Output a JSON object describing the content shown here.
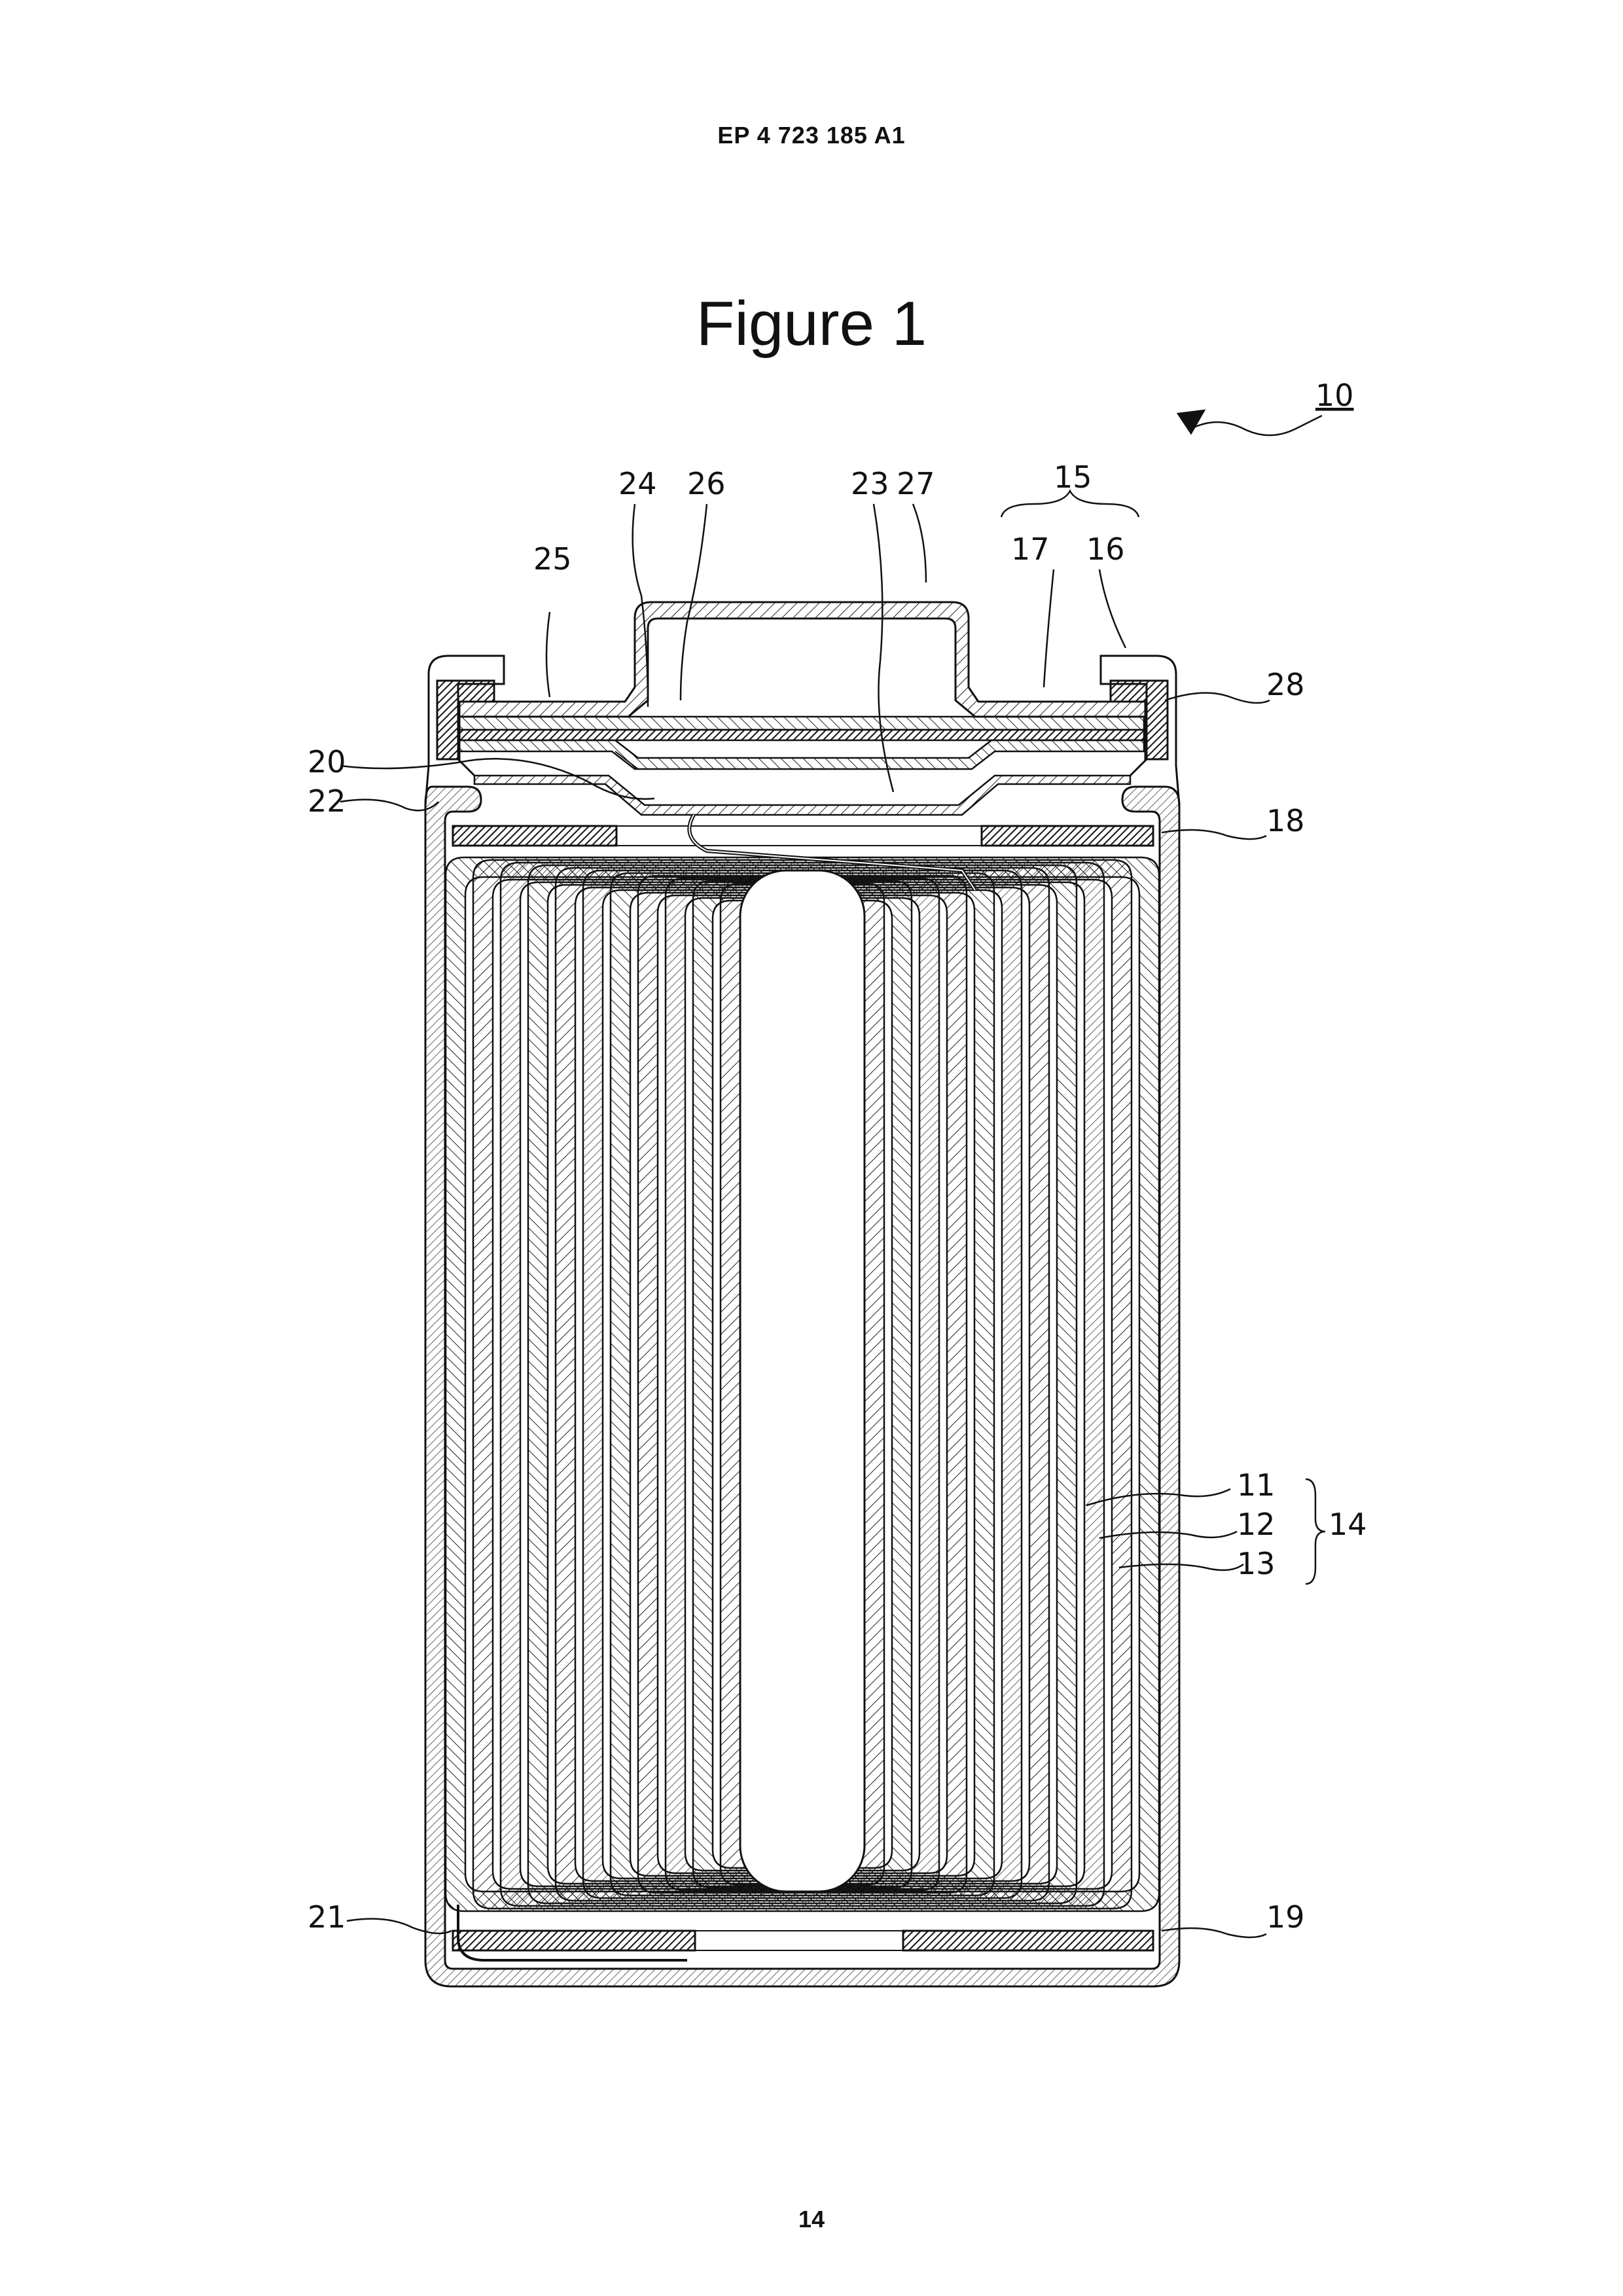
{
  "header": {
    "publication_number": "EP 4 723 185 A1"
  },
  "figure": {
    "title": "Figure 1",
    "labels": {
      "battery": "10",
      "electrode_11": "11",
      "electrode_12": "12",
      "separator_13": "13",
      "electrode_assembly": "14",
      "sealing_assembly": "15",
      "exterior_can": "16",
      "cap_17": "17",
      "insulating_plate_top": "18",
      "insulating_plate_bottom": "19",
      "lead_20": "20",
      "lead_21": "21",
      "groove": "22",
      "part_23": "23",
      "part_24": "24",
      "part_25": "25",
      "part_26": "26",
      "part_27": "27",
      "gasket": "28"
    }
  },
  "footer": {
    "page_number": "14"
  }
}
